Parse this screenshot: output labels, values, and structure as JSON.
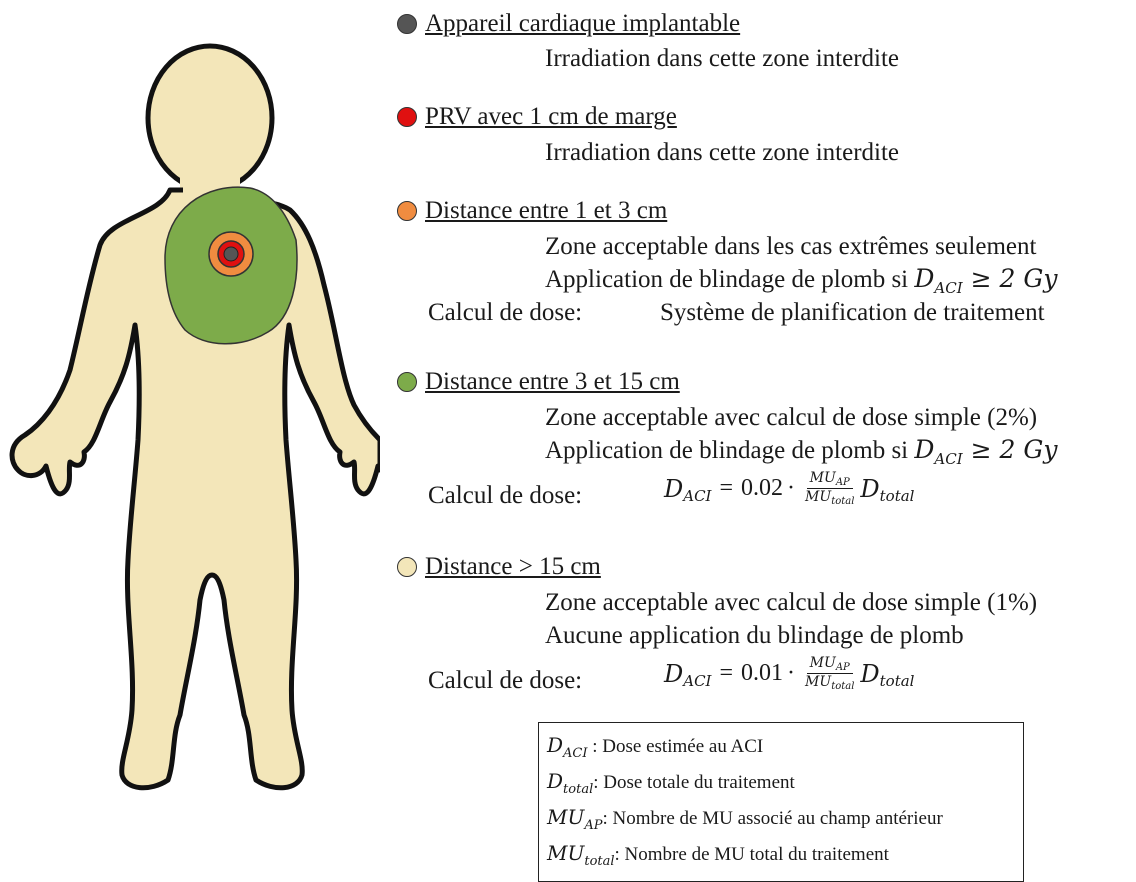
{
  "zones": [
    {
      "color": "#555555",
      "title": "Appareil cardiaque implantable",
      "lines": [
        "Irradiation dans cette zone interdite"
      ]
    },
    {
      "color": "#e01010",
      "title": "PRV avec 1 cm de marge",
      "lines": [
        "Irradiation dans cette zone interdite"
      ]
    },
    {
      "color": "#f08c40",
      "title": "Distance entre 1 et 3 cm",
      "lines": [
        "Zone acceptable dans les cas extrêmes seulement",
        "Application de blindage de plomb si"
      ],
      "condition": "D_ACI ≥ 2 Gy",
      "dose_label": "Calcul de dose:",
      "dose_text": "Système de planification de traitement"
    },
    {
      "color": "#7dab4a",
      "title": "Distance entre 3 et 15 cm",
      "lines": [
        "Zone acceptable avec calcul de dose simple (2%)",
        "Application de blindage de plomb si"
      ],
      "condition": "D_ACI ≥ 2 Gy",
      "dose_label": "Calcul de dose:",
      "factor": "0.02"
    },
    {
      "color": "#f3e6b9",
      "title": "Distance > 15 cm",
      "lines": [
        "Zone acceptable avec calcul de dose simple (1%)",
        "Aucune application du blindage de plomb"
      ],
      "dose_label": "Calcul de dose:",
      "factor": "0.01"
    }
  ],
  "math": {
    "D": "D",
    "ACI": "ACI",
    "total": "total",
    "MU": "MU",
    "AP": "AP",
    "geq": "≥",
    "two_gy": "2 Gy",
    "eq": "=",
    "dot": "·"
  },
  "legend": [
    {
      "sym": "D",
      "sub": "ACI",
      "text": " : Dose estimée au ACI"
    },
    {
      "sym": "D",
      "sub": "total",
      "text": ": Dose totale du traitement"
    },
    {
      "sym": "MU",
      "sub": "AP",
      "text": ": Nombre de MU associé au champ antérieur"
    },
    {
      "sym": "MU",
      "sub": "total",
      "text": ": Nombre de MU total du traitement"
    }
  ],
  "colors": {
    "body": "#f3e6b9",
    "outline": "#111111",
    "green": "#7dab4a",
    "orange": "#f08c40",
    "red": "#e01010",
    "device": "#555555"
  }
}
